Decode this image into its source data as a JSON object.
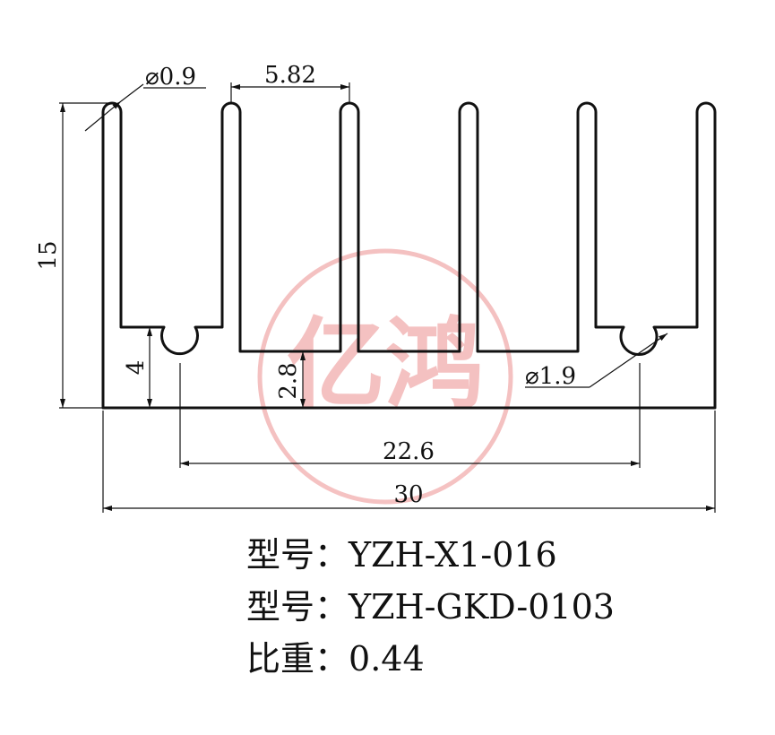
{
  "dimensions": {
    "fin_tip_diameter": "⌀0.9",
    "fin_gap": "5.82",
    "height": "15",
    "slot_height": "4",
    "base_thickness": "2.8",
    "hole_diameter": "⌀1.9",
    "hole_spacing": "22.6",
    "total_width": "30"
  },
  "watermark": {
    "text": "亿鸿",
    "color": "#e87878"
  },
  "specs": [
    {
      "label": "型号：",
      "value": "YZH-X1-016"
    },
    {
      "label": "型号：",
      "value": "YZH-GKD-0103"
    },
    {
      "label": "比重：",
      "value": "0.44"
    }
  ]
}
